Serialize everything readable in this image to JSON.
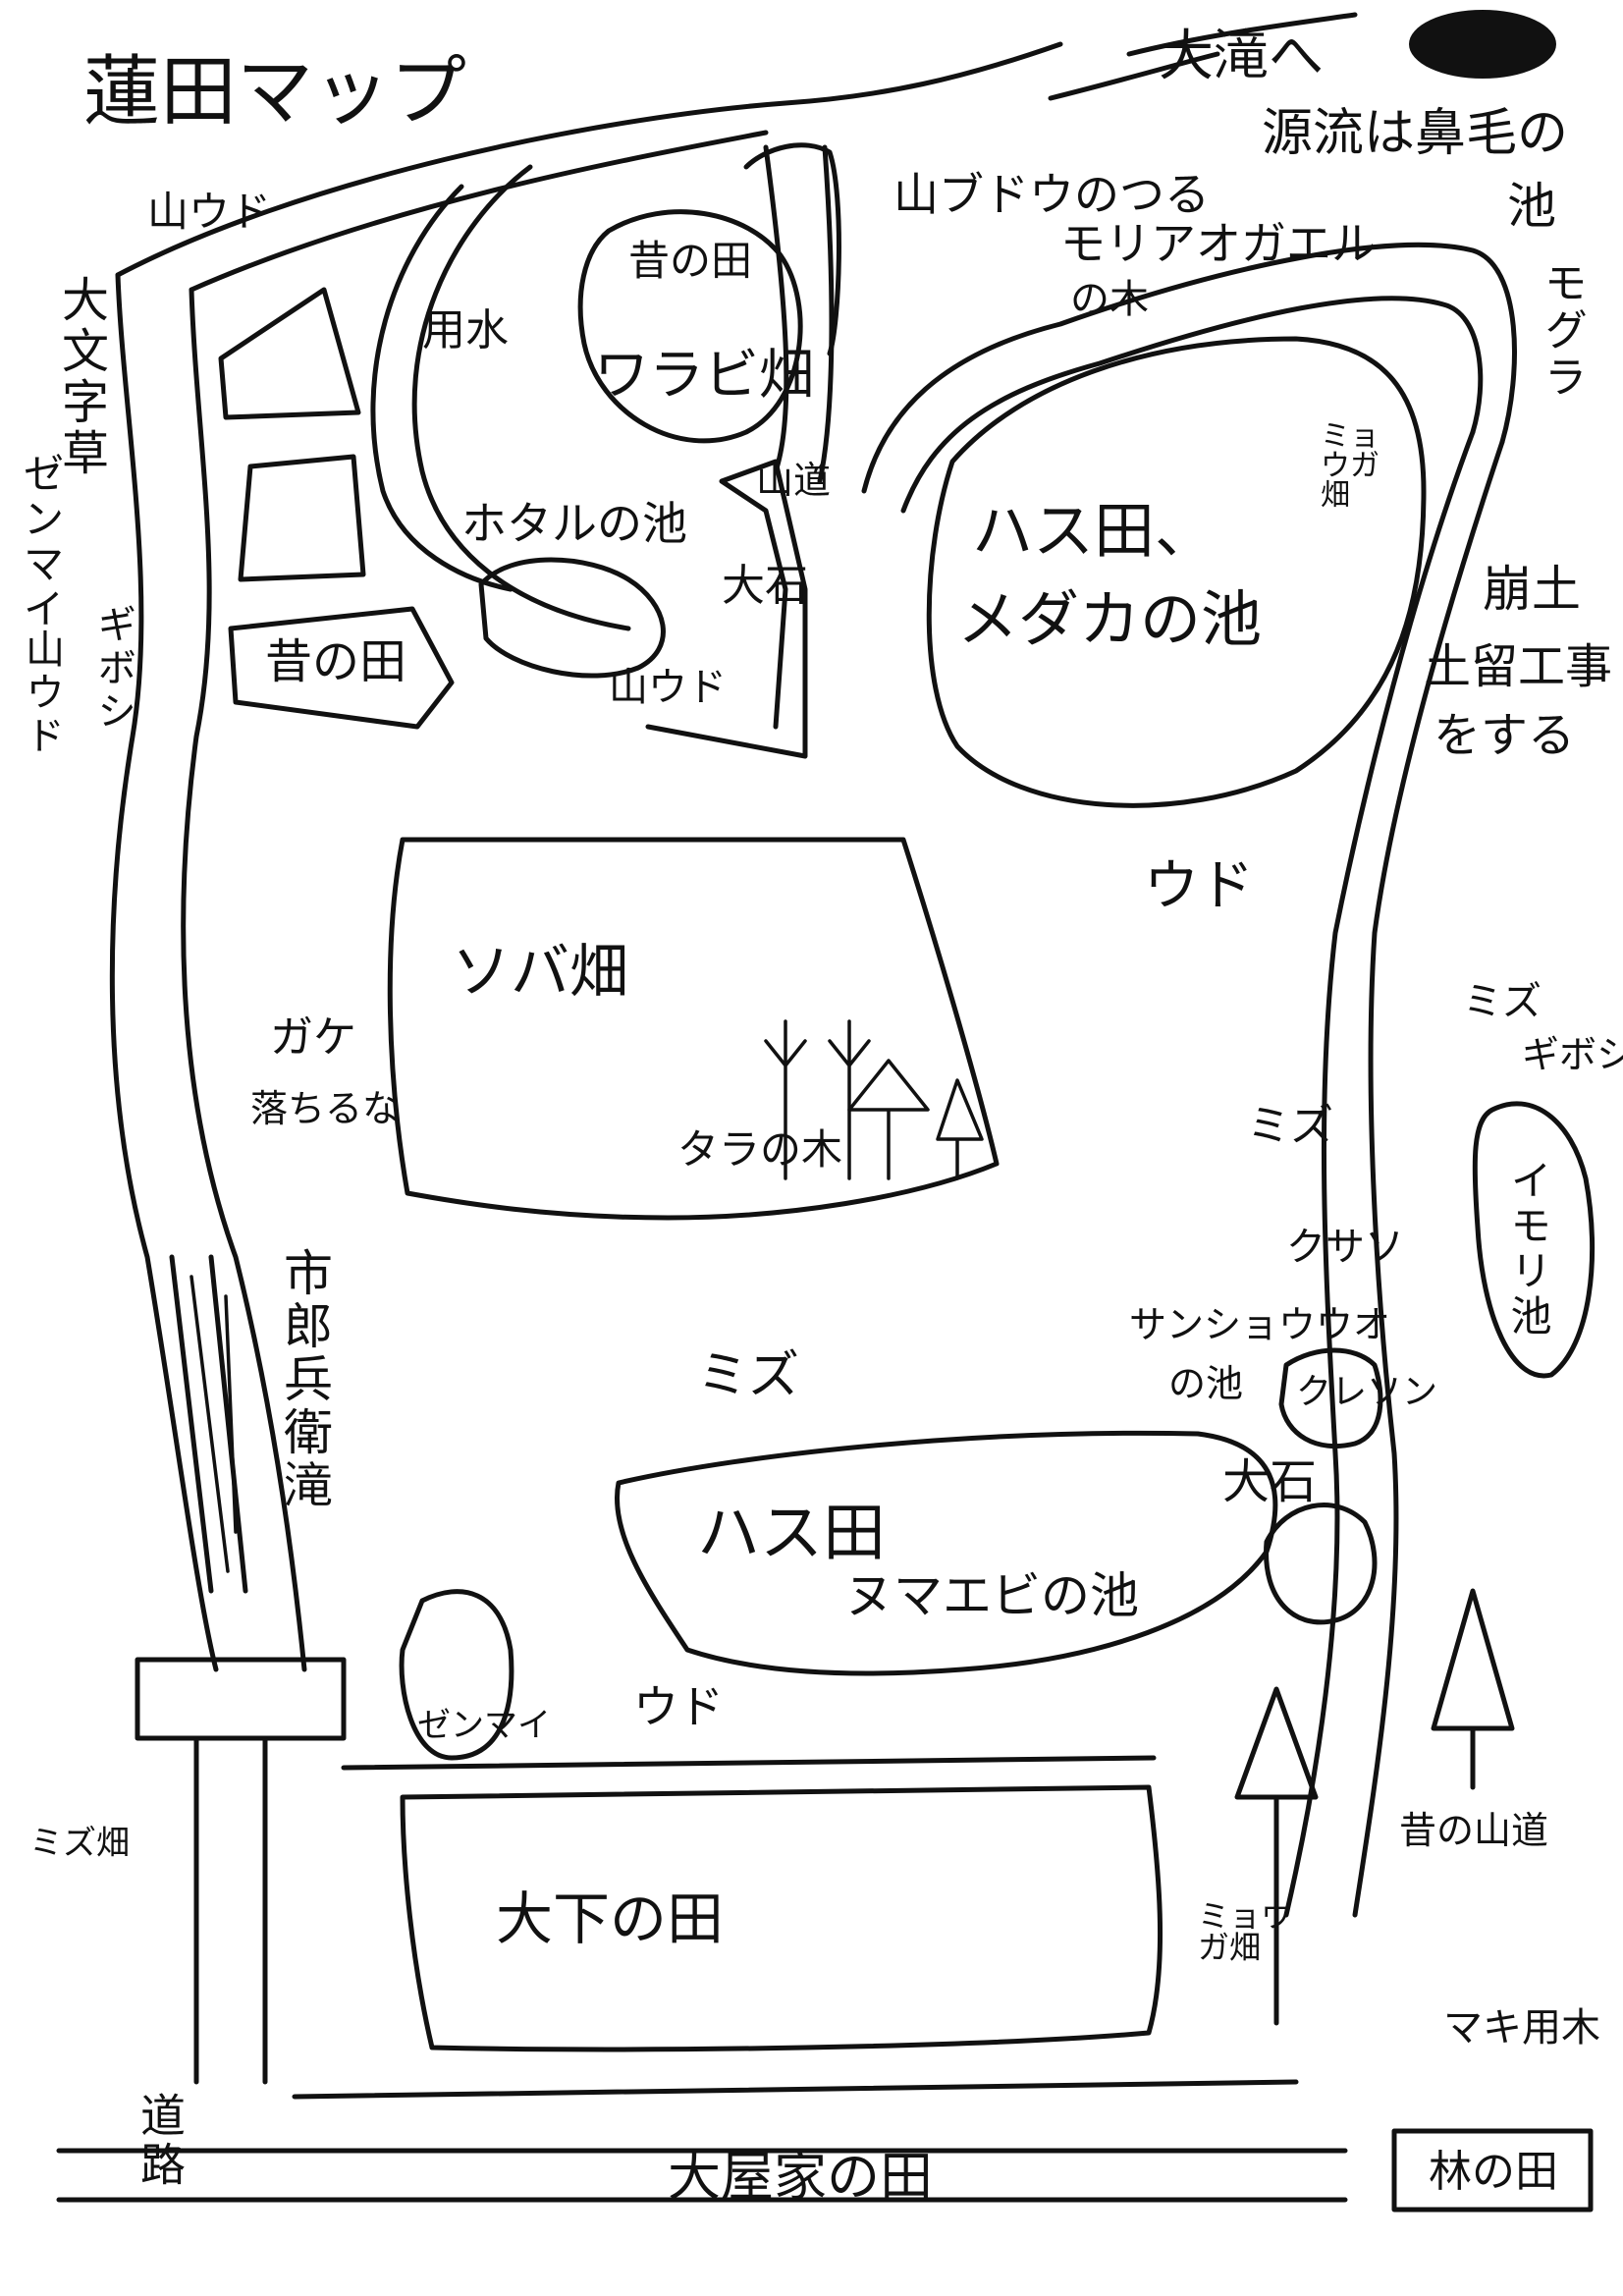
{
  "title": "蓮田マップ",
  "places": {
    "to_otaki": "大滝へ",
    "source_note_1": "源流は鼻毛の",
    "source_note_2": "池",
    "yamaudo_top": "山ウド",
    "daimonjiso": "大文字草",
    "zenmai_left": "ゼンマイ",
    "giboshi_left": "ギボシ",
    "yamaudo_left": "山ウド",
    "mukashi_no_ta_top": "昔の田",
    "warabi_hata": "ワラビ畑",
    "yosui": "用水",
    "yama_budo": "山ブドウのつる",
    "mori_aogaeru": "モリアオガエル",
    "no_ki": "の木",
    "yamamichi": "山道",
    "hotaru_pond": "ホタルの池",
    "oishi_top": "大石",
    "yamaudo_mid": "山ウド",
    "mukashi_no_ta_left": "昔の田",
    "myoga_top": "ミョウガ畑",
    "hasuda_medaka_1": "ハス田、",
    "hasuda_medaka_2": "メダカの池",
    "mogura": "モグラ",
    "kuzure_1": "崩土",
    "kuzure_2": "土留工事",
    "kuzure_3": "をする",
    "soba_hata": "ソバ畑",
    "gake": "ガケ",
    "gake_note": "落ちるな",
    "tara_no_ki": "タラの木",
    "udo_right": "ウド",
    "mizu_right": "ミズ",
    "giboshi_right": "ギボシ",
    "mizu_mid_right": "ミズ",
    "kusasotetsu": "クサソ",
    "imori_pond": "イモリ池",
    "sanshouo_pond_1": "サンショウウオ",
    "sanshouo_pond_2": "の池",
    "kureson": "クレソン",
    "ichirobei_taki": "市郎兵衛滝",
    "mizu_center": "ミズ",
    "hasuda_bottom": "ハス田",
    "numaebi_pond": "ヌマエビの池",
    "oishi_bottom": "大石",
    "zenmai_bottom": "ゼンマイ",
    "udo_bottom": "ウド",
    "mukashi_yamamichi": "昔の山道",
    "mizu_hata": "ミズ畑",
    "oshita_no_ta": "大下の田",
    "myoga_bottom": "ミョウガ畑",
    "makiyou_ki": "マキ用木",
    "douro": "道路",
    "ooyake_no_ta": "大屋家の田",
    "hayashi_no_ta": "林の田"
  }
}
